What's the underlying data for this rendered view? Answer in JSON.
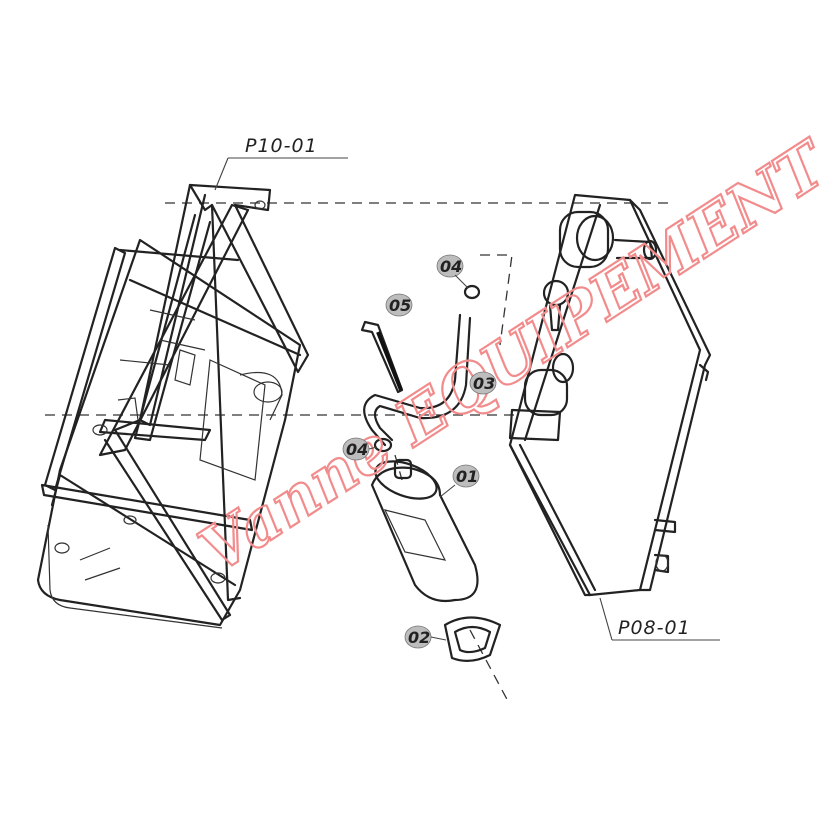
{
  "diagram": {
    "assembly_labels": {
      "frame": "P10-01",
      "radiator": "P08-01"
    },
    "part_labels": {
      "reservoir": "01",
      "bracket": "02",
      "hose": "03",
      "clamp_top": "04",
      "clamp_bottom": "04",
      "tie": "05"
    },
    "watermark": {
      "text": "Vanne EQUIPEMENT",
      "color": "#f28c8c"
    },
    "colors": {
      "line": "#222222",
      "bubble": "#bdbdbd"
    }
  }
}
